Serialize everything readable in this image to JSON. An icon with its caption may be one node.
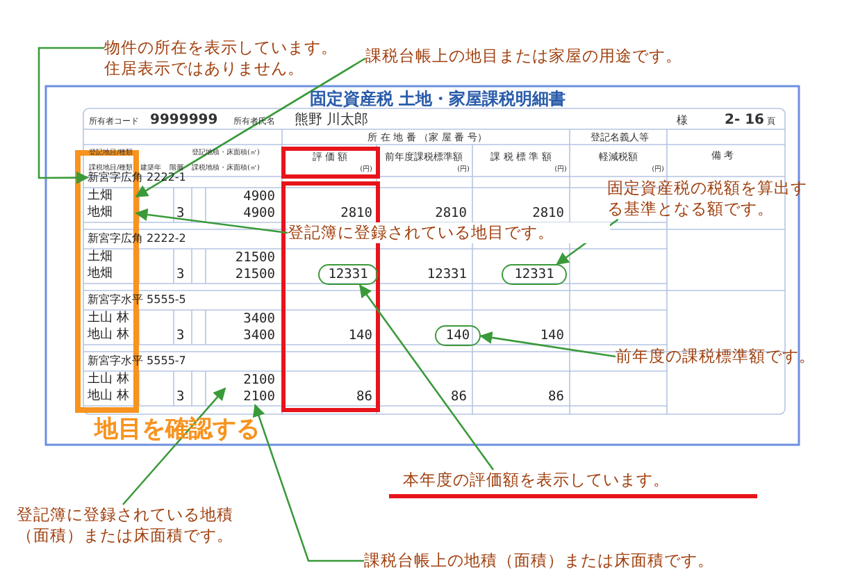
{
  "diagram": {
    "nodes": [
      {
        "text": [
          "物件の所在を表示しています。住居表示ではありません。"
        ]
      },
      {
        "text": [
          "課税台帳上の地目または家屋の用途です。"
        ]
      },
      {
        "text": [
          "新宮字広角 2222-1"
        ]
      },
      {
        "text": [
          "畑"
        ]
      },
      {
        "text": [
          "畑"
        ]
      },
      {
        "text": [
          "登記簿に登録されている地目です。"
        ]
      },
      {
        "text": [
          "固定資産税の税額を算出する基準となる額です。"
        ]
      },
      {
        "text": [
          "12331"
        ]
      },
      {
        "text": [
          "前年度の課税標準額です。"
        ]
      },
      {
        "text": [
          "140"
        ]
      },
      {
        "text": [
          "12331"
        ]
      },
      {
        "text": [
          "本年度の評価額を表示しています。"
        ]
      },
      {
        "text": [
          "2100"
        ]
      },
      {
        "text": [
          "2100"
        ]
      },
      {
        "text": [
          "登記簿に登録されている地積（面積）または床面積です。"
        ]
      },
      {
        "text": [
          "課税台帳上の地積（面積）または床面積です。"
        ]
      }
    ],
    "edges": [
      {
        "from": 0,
        "to": 2,
        "arrow": "to"
      },
      {
        "from": 1,
        "to": 3,
        "arrow": "to"
      },
      {
        "from": 5,
        "to": 4,
        "arrow": "to"
      },
      {
        "from": 6,
        "to": 7,
        "arrow": "to"
      },
      {
        "from": 8,
        "to": 9,
        "arrow": "to"
      },
      {
        "from": 11,
        "to": 10,
        "arrow": "to"
      },
      {
        "from": 14,
        "to": 12,
        "arrow": "to"
      },
      {
        "from": 15,
        "to": 13,
        "arrow": "to"
      }
    ],
    "labels": [
      "固定資産税 土地・家屋課税明細書",
      "所有者コード",
      "9999999",
      "所有者氏名",
      "熊野 川太郎",
      "様",
      "2- 16",
      "頁",
      "所 在 地 番 （家 屋 番 号）",
      "登記名義人等",
      "登記地目/種類",
      "登記地積・床面積(㎡)",
      "課税地目/種類",
      "建築年",
      "階層",
      "課税地積・床面積(㎡)",
      "評 価 額",
      "(円)",
      "前年度課税標準額",
      "(円)",
      "課 税 標 準 額",
      "(円)",
      "軽減税額",
      "(円)",
      "備 考",
      "土",
      "4900",
      "地",
      "3",
      "4900",
      "2810",
      "2810",
      "2810",
      "新宮字広角 2222-2",
      "土",
      "畑",
      "21500",
      "地",
      "畑",
      "3",
      "21500",
      "12331",
      "新宮字水平 5555-5",
      "土",
      "山 林",
      "3400",
      "地",
      "山 林",
      "3",
      "3400",
      "140",
      "140",
      "新宮字水平 5555-7",
      "土",
      "山 林",
      "地",
      "山 林",
      "3",
      "86",
      "86",
      "86",
      "地目を確認する"
    ]
  }
}
